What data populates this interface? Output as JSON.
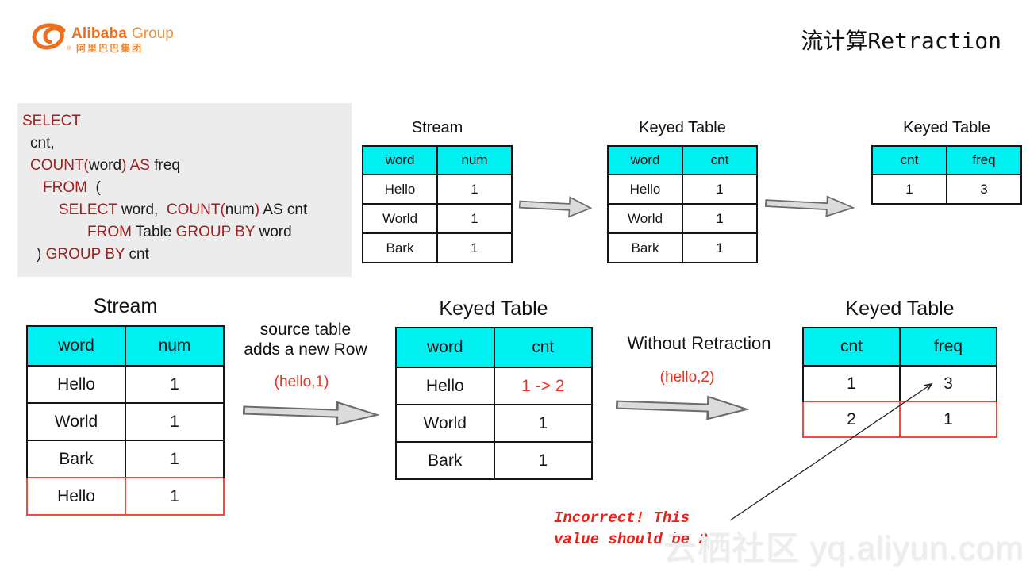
{
  "header": {
    "logo_brand": "Alibaba",
    "logo_suffix": "Group",
    "logo_chinese": "阿里巴巴集团",
    "logo_registered": "®",
    "title": "流计算Retraction"
  },
  "colors": {
    "accent_orange": "#EE6F1E",
    "table_header_cyan": "#00F0F2",
    "sql_keyword_red": "#A11E1E",
    "annotation_red": "#FA2B1B",
    "highlight_border_red": "#F8463C",
    "arrow_gray": "#DBDBDB"
  },
  "sql": {
    "lines": [
      {
        "tokens": [
          {
            "text": "SELECT",
            "kind": "kw"
          }
        ]
      },
      {
        "tokens": [
          {
            "text": "cnt,",
            "kind": "plain"
          }
        ]
      },
      {
        "tokens": [
          {
            "text": "COUNT(",
            "kind": "kw"
          },
          {
            "text": "word",
            "kind": "plain"
          },
          {
            "text": ") AS",
            "kind": "kw"
          },
          {
            "text": " freq",
            "kind": "plain"
          }
        ]
      },
      {
        "tokens": [
          {
            "text": "FROM",
            "kind": "kw"
          },
          {
            "text": "  (",
            "kind": "plain"
          }
        ]
      },
      {
        "tokens": [
          {
            "text": "SELECT",
            "kind": "kw"
          },
          {
            "text": " word,  ",
            "kind": "plain"
          },
          {
            "text": "COUNT(",
            "kind": "kw"
          },
          {
            "text": "num",
            "kind": "plain"
          },
          {
            "text": ")",
            "kind": "kw"
          },
          {
            "text": " AS cnt",
            "kind": "plain"
          }
        ]
      },
      {
        "tokens": [
          {
            "text": "FROM",
            "kind": "kw"
          },
          {
            "text": " Table ",
            "kind": "plain"
          },
          {
            "text": "GROUP BY",
            "kind": "kw"
          },
          {
            "text": " word",
            "kind": "plain"
          }
        ]
      },
      {
        "tokens": [
          {
            "text": ") ",
            "kind": "plain"
          },
          {
            "text": "GROUP BY",
            "kind": "kw"
          },
          {
            "text": " cnt",
            "kind": "plain"
          }
        ]
      }
    ]
  },
  "tables": {
    "stream_top": {
      "title": "Stream",
      "headers": [
        "word",
        "num"
      ],
      "rows": [
        [
          "Hello",
          "1"
        ],
        [
          "World",
          "1"
        ],
        [
          "Bark",
          "1"
        ]
      ]
    },
    "keyed_top_word": {
      "title": "Keyed Table",
      "headers": [
        "word",
        "cnt"
      ],
      "rows": [
        [
          "Hello",
          "1"
        ],
        [
          "World",
          "1"
        ],
        [
          "Bark",
          "1"
        ]
      ]
    },
    "keyed_top_cnt": {
      "title": "Keyed Table",
      "headers": [
        "cnt",
        "freq"
      ],
      "rows": [
        [
          "1",
          "3"
        ]
      ]
    },
    "stream_bottom": {
      "title": "Stream",
      "headers": [
        "word",
        "num"
      ],
      "rows": [
        [
          "Hello",
          "1"
        ],
        [
          "World",
          "1"
        ],
        [
          "Bark",
          "1"
        ],
        [
          "Hello",
          "1"
        ]
      ]
    },
    "keyed_bottom_word": {
      "title": "Keyed Table",
      "headers": [
        "word",
        "cnt"
      ],
      "rows": [
        [
          "Hello",
          "1 -> 2"
        ],
        [
          "World",
          "1"
        ],
        [
          "Bark",
          "1"
        ]
      ]
    },
    "keyed_bottom_cnt": {
      "title": "Keyed Table",
      "headers": [
        "cnt",
        "freq"
      ],
      "rows": [
        [
          "1",
          "3"
        ],
        [
          "2",
          "1"
        ]
      ]
    }
  },
  "annotations": {
    "source_table": "source table adds a new Row",
    "hello1": "(hello,1)",
    "without_retraction": "Without Retraction",
    "hello2": "(hello,2)",
    "incorrect_line1": "Incorrect! This",
    "incorrect_line2": "value should be 2"
  },
  "watermark": "云栖社区 yq.aliyun.com"
}
